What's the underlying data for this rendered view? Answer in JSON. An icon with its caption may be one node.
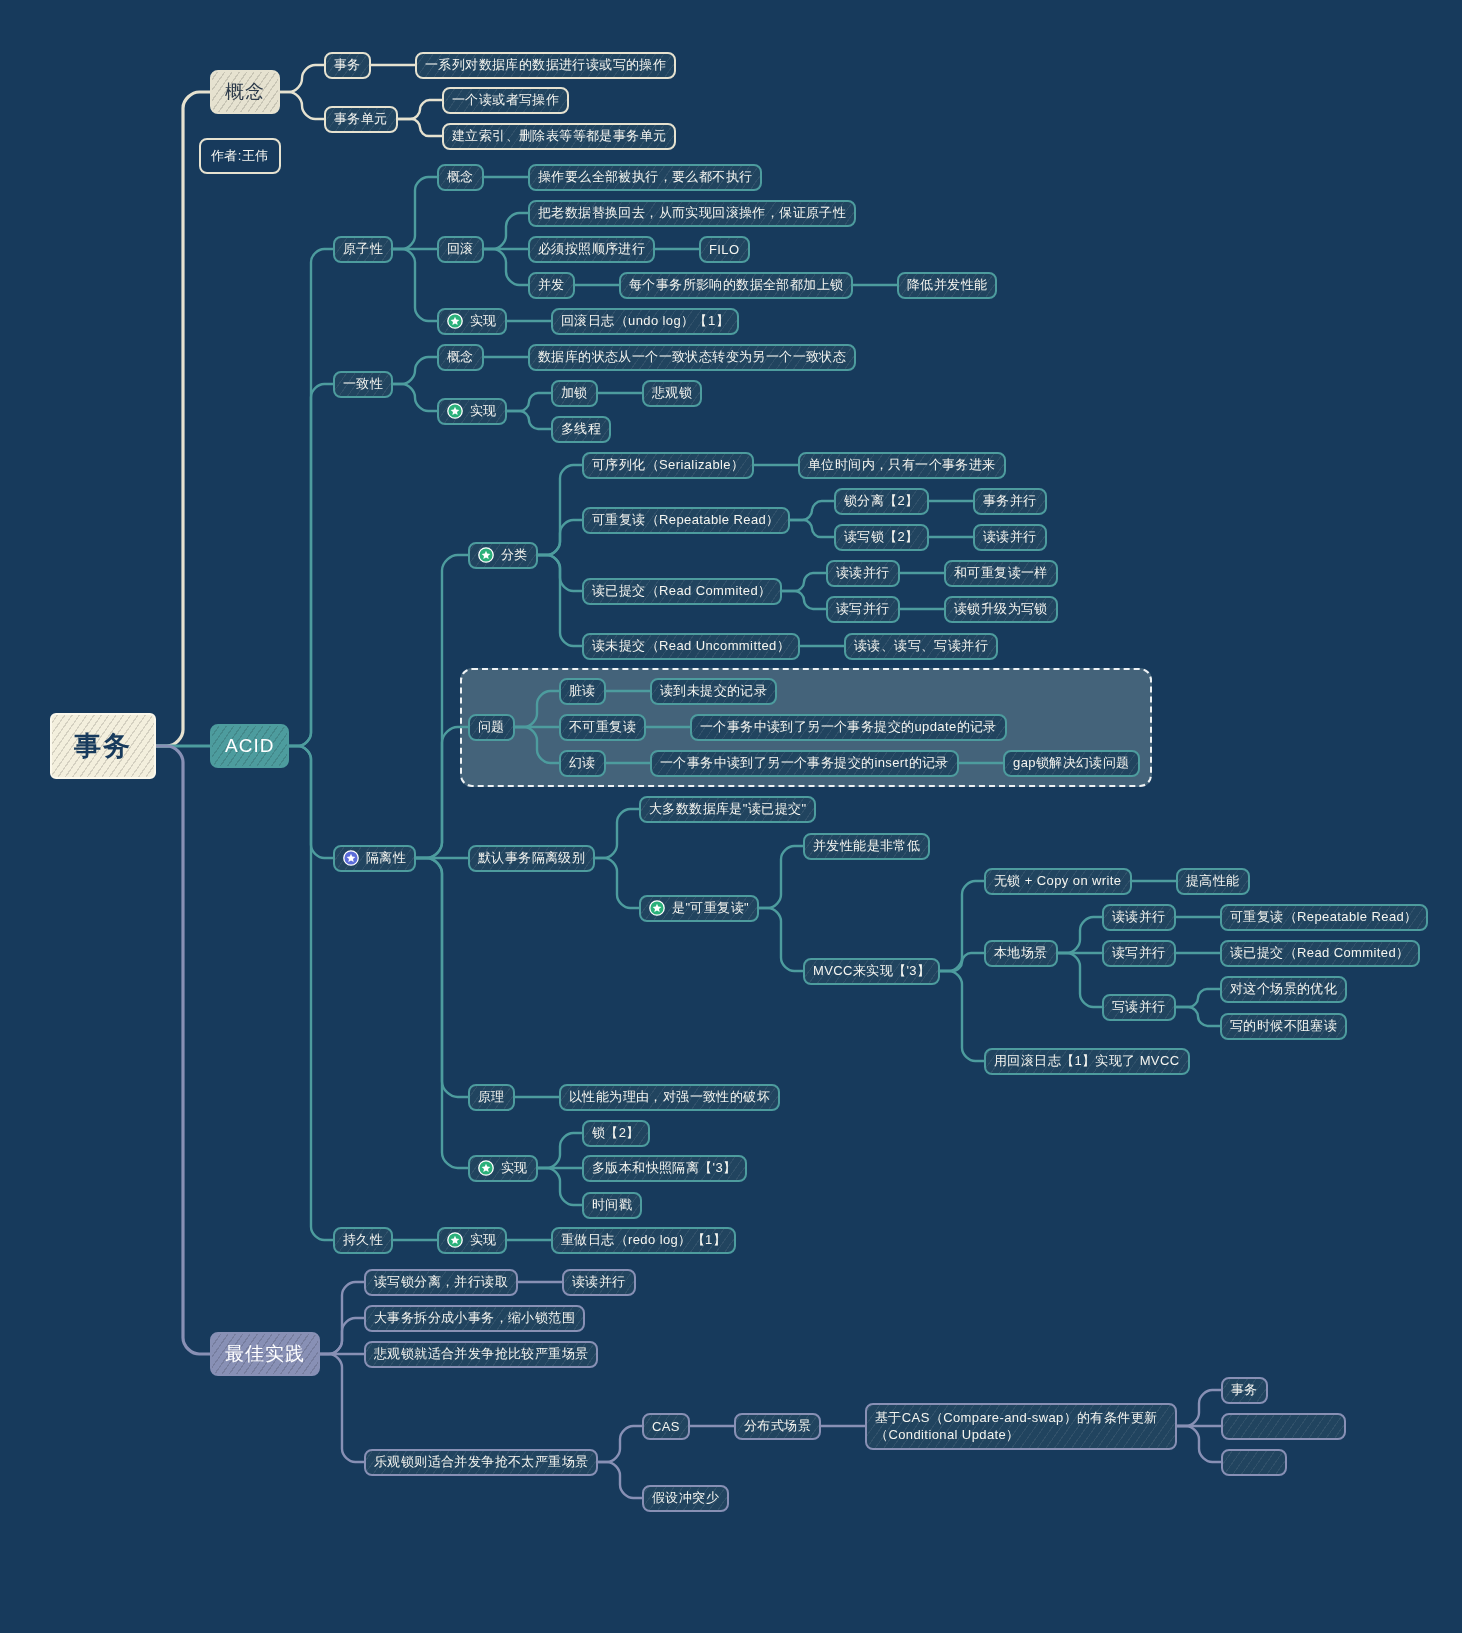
{
  "diagram": {
    "nodes": [
      {
        "text": [
          "事务"
        ]
      },
      {
        "text": [
          "概念"
        ]
      },
      {
        "text": [
          "事务"
        ]
      },
      {
        "text": [
          "一系列对数据库的数据进行读或写的操作"
        ]
      },
      {
        "text": [
          "事务单元"
        ]
      },
      {
        "text": [
          "一个读或者写操作"
        ]
      },
      {
        "text": [
          "建立索引、删除表等等都是事务单元"
        ]
      },
      {
        "text": [
          "作者:王伟"
        ]
      },
      {
        "text": [
          "ACID"
        ]
      },
      {
        "text": [
          "原子性"
        ]
      },
      {
        "text": [
          "概念"
        ]
      },
      {
        "text": [
          "操作要么全部被执行，要么都不执行"
        ]
      },
      {
        "text": [
          "回滚"
        ]
      },
      {
        "text": [
          "把老数据替换回去，从而实现回滚操作，保证原子性"
        ]
      },
      {
        "text": [
          "必须按照顺序进行"
        ]
      },
      {
        "text": [
          "FILO"
        ]
      },
      {
        "text": [
          "并发"
        ]
      },
      {
        "text": [
          "每个事务所影响的数据全部都加上锁"
        ]
      },
      {
        "text": [
          "降低并发性能"
        ]
      },
      {
        "text": [
          "实现"
        ]
      },
      {
        "text": [
          "回滚日志（undo log）【1】"
        ]
      },
      {
        "text": [
          "一致性"
        ]
      },
      {
        "text": [
          "概念"
        ]
      },
      {
        "text": [
          "数据库的状态从一个一致状态转变为另一个一致状态"
        ]
      },
      {
        "text": [
          "实现"
        ]
      },
      {
        "text": [
          "加锁"
        ]
      },
      {
        "text": [
          "悲观锁"
        ]
      },
      {
        "text": [
          "多线程"
        ]
      },
      {
        "text": [
          "隔离性"
        ]
      },
      {
        "text": [
          "分类"
        ]
      },
      {
        "text": [
          "可序列化（Serializable）"
        ]
      },
      {
        "text": [
          "单位时间内，只有一个事务进来"
        ]
      },
      {
        "text": [
          "可重复读（Repeatable Read）"
        ]
      },
      {
        "text": [
          "锁分离【2】"
        ]
      },
      {
        "text": [
          "事务并行"
        ]
      },
      {
        "text": [
          "读写锁【2】"
        ]
      },
      {
        "text": [
          "读读并行"
        ]
      },
      {
        "text": [
          "读已提交（Read Commited）"
        ]
      },
      {
        "text": [
          "读读并行"
        ]
      },
      {
        "text": [
          "和可重复读一样"
        ]
      },
      {
        "text": [
          "读写并行"
        ]
      },
      {
        "text": [
          "读锁升级为写锁"
        ]
      },
      {
        "text": [
          "读未提交（Read Uncommitted）"
        ]
      },
      {
        "text": [
          "读读、读写、写读并行"
        ]
      },
      {
        "text": [],
        "shape": "box"
      },
      {
        "text": [
          "问题"
        ],
        "in": 44
      },
      {
        "text": [
          "脏读"
        ],
        "in": 44
      },
      {
        "text": [
          "读到未提交的记录"
        ],
        "in": 44
      },
      {
        "text": [
          "不可重复读"
        ],
        "in": 44
      },
      {
        "text": [
          "一个事务中读到了另一个事务提交的update的记录"
        ],
        "in": 44
      },
      {
        "text": [
          "幻读"
        ],
        "in": 44
      },
      {
        "text": [
          "一个事务中读到了另一个事务提交的insert的记录"
        ],
        "in": 44
      },
      {
        "text": [
          "gap锁解决幻读问题"
        ],
        "in": 44
      },
      {
        "text": [
          "默认事务隔离级别"
        ]
      },
      {
        "text": [
          "大多数数据库是\"读已提交\""
        ]
      },
      {
        "text": [
          "是\"可重复读\""
        ]
      },
      {
        "text": [
          "并发性能是非常低"
        ]
      },
      {
        "text": [
          "MVCC来实现【'3】"
        ]
      },
      {
        "text": [
          "无锁 + Copy on write"
        ]
      },
      {
        "text": [
          "提高性能"
        ]
      },
      {
        "text": [
          "本地场景"
        ]
      },
      {
        "text": [
          "读读并行"
        ]
      },
      {
        "text": [
          "可重复读（Repeatable Read）"
        ]
      },
      {
        "text": [
          "读写并行"
        ]
      },
      {
        "text": [
          "读已提交（Read Commited）"
        ]
      },
      {
        "text": [
          "写读并行"
        ]
      },
      {
        "text": [
          "对这个场景的优化"
        ]
      },
      {
        "text": [
          "写的时候不阻塞读"
        ]
      },
      {
        "text": [
          "用回滚日志【1】实现了 MVCC"
        ]
      },
      {
        "text": [
          "原理"
        ]
      },
      {
        "text": [
          "以性能为理由，对强一致性的破坏"
        ]
      },
      {
        "text": [
          "实现"
        ]
      },
      {
        "text": [
          "锁【2】"
        ]
      },
      {
        "text": [
          "多版本和快照隔离【'3】"
        ]
      },
      {
        "text": [
          "时间戳"
        ]
      },
      {
        "text": [
          "持久性"
        ]
      },
      {
        "text": [
          "实现"
        ]
      },
      {
        "text": [
          "重做日志（redo log）【1】"
        ]
      },
      {
        "text": [
          "最佳实践"
        ]
      },
      {
        "text": [
          "读写锁分离，并行读取"
        ]
      },
      {
        "text": [
          "读读并行"
        ]
      },
      {
        "text": [
          "大事务拆分成小事务，缩小锁范围"
        ]
      },
      {
        "text": [
          "悲观锁就适合并发争抢比较严重场景"
        ]
      },
      {
        "text": [
          "乐观锁则适合并发争抢不太严重场景"
        ]
      },
      {
        "text": [
          "CAS"
        ]
      },
      {
        "text": [
          "分布式场景"
        ]
      },
      {
        "text": [
          "基于CAS（Compare-and-swap）的有条件更新（Conditional Update）"
        ]
      },
      {
        "text": [
          "事务"
        ]
      },
      {
        "text": [],
        "shape": "box"
      },
      {
        "text": [],
        "shape": "box"
      },
      {
        "text": [
          "假设冲突少"
        ]
      }
    ],
    "edges": [
      {
        "from": 0,
        "to": 1,
        "arrow": "none",
        "color": "#e6e2d0"
      },
      {
        "from": 0,
        "to": 8,
        "arrow": "none"
      },
      {
        "from": 0,
        "to": 78,
        "arrow": "none",
        "color": "#8890b5"
      },
      {
        "from": 1,
        "to": 2,
        "arrow": "none",
        "color": "#e6e2d0"
      },
      {
        "from": 2,
        "to": 3,
        "arrow": "none",
        "color": "#e6e2d0"
      },
      {
        "from": 1,
        "to": 4,
        "arrow": "none",
        "color": "#e6e2d0"
      },
      {
        "from": 4,
        "to": 5,
        "arrow": "none",
        "color": "#e6e2d0"
      },
      {
        "from": 4,
        "to": 6,
        "arrow": "none",
        "color": "#e6e2d0"
      },
      {
        "from": 8,
        "to": 9,
        "arrow": "none"
      },
      {
        "from": 9,
        "to": 10,
        "arrow": "none"
      },
      {
        "from": 10,
        "to": 11,
        "arrow": "none"
      },
      {
        "from": 9,
        "to": 12,
        "arrow": "none"
      },
      {
        "from": 12,
        "to": 13,
        "arrow": "none"
      },
      {
        "from": 12,
        "to": 14,
        "arrow": "none"
      },
      {
        "from": 14,
        "to": 15,
        "arrow": "none"
      },
      {
        "from": 12,
        "to": 16,
        "arrow": "none"
      },
      {
        "from": 16,
        "to": 17,
        "arrow": "none"
      },
      {
        "from": 17,
        "to": 18,
        "arrow": "none"
      },
      {
        "from": 9,
        "to": 19,
        "arrow": "none"
      },
      {
        "from": 19,
        "to": 20,
        "arrow": "none"
      },
      {
        "from": 8,
        "to": 21,
        "arrow": "none"
      },
      {
        "from": 21,
        "to": 22,
        "arrow": "none"
      },
      {
        "from": 22,
        "to": 23,
        "arrow": "none"
      },
      {
        "from": 21,
        "to": 24,
        "arrow": "none"
      },
      {
        "from": 24,
        "to": 25,
        "arrow": "none"
      },
      {
        "from": 25,
        "to": 26,
        "arrow": "none"
      },
      {
        "from": 24,
        "to": 27,
        "arrow": "none"
      },
      {
        "from": 8,
        "to": 28,
        "arrow": "none"
      },
      {
        "from": 28,
        "to": 29,
        "arrow": "none"
      },
      {
        "from": 29,
        "to": 30,
        "arrow": "none"
      },
      {
        "from": 30,
        "to": 31,
        "arrow": "none"
      },
      {
        "from": 29,
        "to": 32,
        "arrow": "none"
      },
      {
        "from": 32,
        "to": 33,
        "arrow": "none"
      },
      {
        "from": 33,
        "to": 34,
        "arrow": "none"
      },
      {
        "from": 32,
        "to": 35,
        "arrow": "none"
      },
      {
        "from": 35,
        "to": 36,
        "arrow": "none"
      },
      {
        "from": 29,
        "to": 37,
        "arrow": "none"
      },
      {
        "from": 37,
        "to": 38,
        "arrow": "none"
      },
      {
        "from": 38,
        "to": 39,
        "arrow": "none"
      },
      {
        "from": 37,
        "to": 40,
        "arrow": "none"
      },
      {
        "from": 40,
        "to": 41,
        "arrow": "none"
      },
      {
        "from": 29,
        "to": 42,
        "arrow": "none"
      },
      {
        "from": 42,
        "to": 43,
        "arrow": "none"
      },
      {
        "from": 28,
        "to": 45,
        "arrow": "none"
      },
      {
        "from": 45,
        "to": 46,
        "arrow": "none"
      },
      {
        "from": 46,
        "to": 47,
        "arrow": "none"
      },
      {
        "from": 45,
        "to": 48,
        "arrow": "none"
      },
      {
        "from": 48,
        "to": 49,
        "arrow": "none"
      },
      {
        "from": 45,
        "to": 50,
        "arrow": "none"
      },
      {
        "from": 50,
        "to": 51,
        "arrow": "none"
      },
      {
        "from": 51,
        "to": 52,
        "arrow": "none"
      },
      {
        "from": 28,
        "to": 53,
        "arrow": "none"
      },
      {
        "from": 53,
        "to": 54,
        "arrow": "none"
      },
      {
        "from": 53,
        "to": 55,
        "arrow": "none"
      },
      {
        "from": 55,
        "to": 56,
        "arrow": "none"
      },
      {
        "from": 55,
        "to": 57,
        "arrow": "none"
      },
      {
        "from": 57,
        "to": 58,
        "arrow": "none"
      },
      {
        "from": 58,
        "to": 59,
        "arrow": "none"
      },
      {
        "from": 57,
        "to": 60,
        "arrow": "none"
      },
      {
        "from": 60,
        "to": 61,
        "arrow": "none"
      },
      {
        "from": 61,
        "to": 62,
        "arrow": "none"
      },
      {
        "from": 60,
        "to": 63,
        "arrow": "none"
      },
      {
        "from": 63,
        "to": 64,
        "arrow": "none"
      },
      {
        "from": 60,
        "to": 65,
        "arrow": "none"
      },
      {
        "from": 65,
        "to": 66,
        "arrow": "none"
      },
      {
        "from": 65,
        "to": 67,
        "arrow": "none"
      },
      {
        "from": 57,
        "to": 68,
        "arrow": "none"
      },
      {
        "from": 28,
        "to": 69,
        "arrow": "none"
      },
      {
        "from": 69,
        "to": 70,
        "arrow": "none"
      },
      {
        "from": 28,
        "to": 71,
        "arrow": "none"
      },
      {
        "from": 71,
        "to": 72,
        "arrow": "none"
      },
      {
        "from": 71,
        "to": 73,
        "arrow": "none"
      },
      {
        "from": 71,
        "to": 74,
        "arrow": "none"
      },
      {
        "from": 8,
        "to": 75,
        "arrow": "none"
      },
      {
        "from": 75,
        "to": 76,
        "arrow": "none"
      },
      {
        "from": 76,
        "to": 77,
        "arrow": "none"
      },
      {
        "from": 78,
        "to": 79,
        "arrow": "none",
        "color": "#8890b5"
      },
      {
        "from": 79,
        "to": 80,
        "arrow": "none",
        "color": "#8890b5"
      },
      {
        "from": 78,
        "to": 81,
        "arrow": "none",
        "color": "#8890b5"
      },
      {
        "from": 78,
        "to": 82,
        "arrow": "none",
        "color": "#8890b5"
      },
      {
        "from": 78,
        "to": 83,
        "arrow": "none",
        "color": "#8890b5"
      },
      {
        "from": 83,
        "to": 84,
        "arrow": "none",
        "color": "#8890b5"
      },
      {
        "from": 84,
        "to": 85,
        "arrow": "none",
        "color": "#8890b5"
      },
      {
        "from": 85,
        "to": 86,
        "arrow": "none",
        "color": "#8890b5"
      },
      {
        "from": 86,
        "to": 87,
        "arrow": "none",
        "color": "#8890b5"
      },
      {
        "from": 86,
        "to": 88,
        "arrow": "none",
        "color": "#8890b5"
      },
      {
        "from": 86,
        "to": 89,
        "arrow": "none",
        "color": "#8890b5"
      },
      {
        "from": 83,
        "to": 90,
        "arrow": "none",
        "color": "#8890b5"
      }
    ]
  }
}
